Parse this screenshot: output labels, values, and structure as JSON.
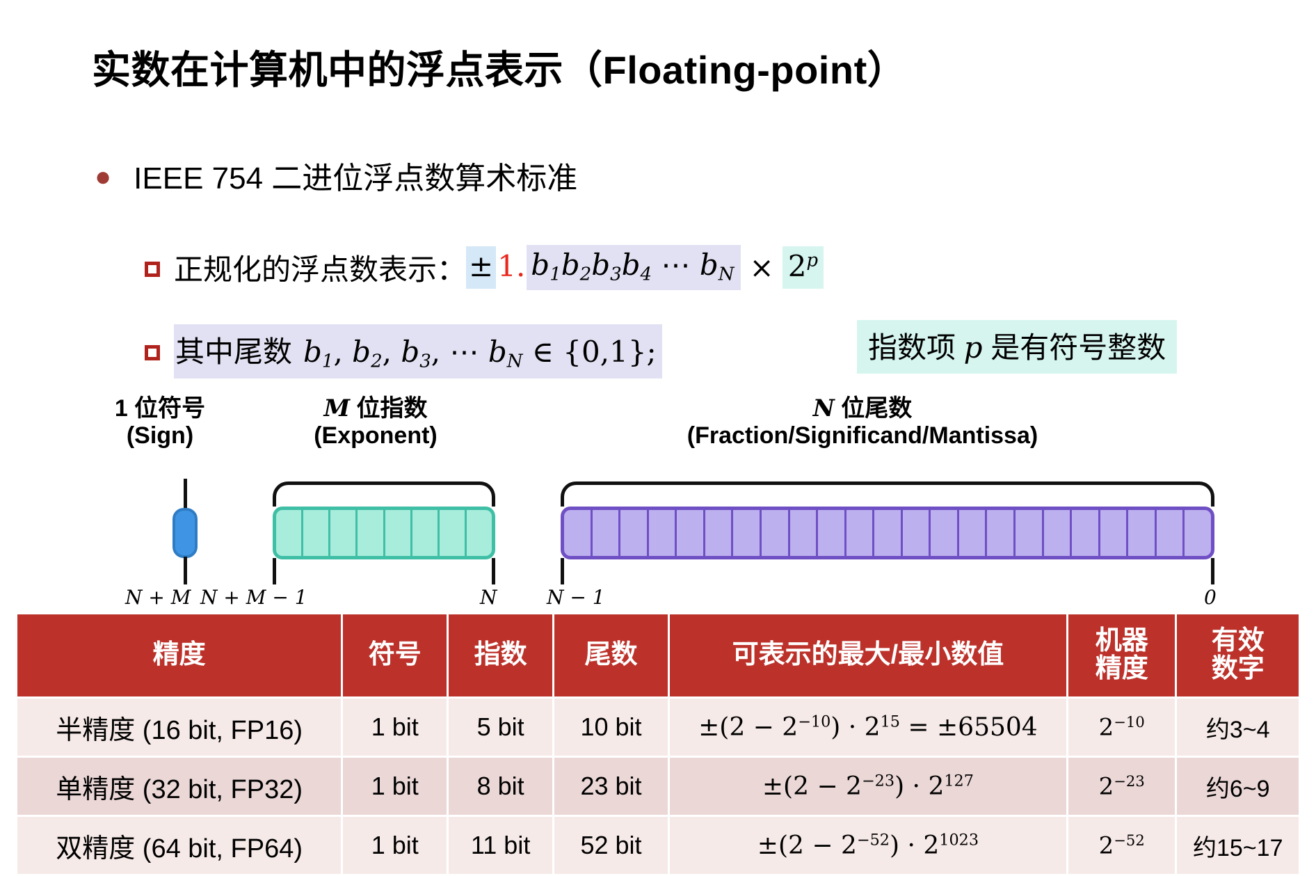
{
  "slide": {
    "title": "实数在计算机中的浮点表示（Floating-point）",
    "bullet1": "IEEE 754 二进位浮点数算术标准",
    "subbullet1_label": "正规化的浮点数表示：",
    "subbullet2_label": "其中尾数",
    "formula1": {
      "sign": "±",
      "leading": "1.",
      "mantissa_bits": "b₁b₂b₃b₄ ⋯ b_N",
      "times": "×",
      "exponent": "2^p"
    },
    "formula2": {
      "bits": "b₁, b₂, b₃, ⋯ b_N",
      "member": "∈ {0,1};"
    },
    "exponent_note": "指数项 p 是有符号整数"
  },
  "diagram": {
    "sign_caption_line1": "1 位符号",
    "sign_caption_line2": "(Sign)",
    "exponent_caption_line1": "M 位指数",
    "exponent_caption_line2": "(Exponent)",
    "mantissa_caption_line1": "N 位尾数",
    "mantissa_caption_line2": "(Fraction/Significand/Mantissa)",
    "index_sign": "N + M",
    "index_exp_high": "N + M − 1",
    "index_exp_low": "N",
    "index_man_high": "N − 1",
    "index_man_low": "0",
    "sign_cells": 1,
    "exponent_cells": 8,
    "mantissa_cells": 23,
    "colors": {
      "sign_fill": "#3f95e3",
      "sign_border": "#2f7cc4",
      "exponent_fill": "#a8ecdc",
      "exponent_border": "#3fbfa5",
      "mantissa_fill": "#bcb0ee",
      "mantissa_border": "#6f4fc4"
    }
  },
  "table": {
    "header_color": "#bc322b",
    "headers": {
      "precision": "精度",
      "sign": "符号",
      "exponent": "指数",
      "mantissa": "尾数",
      "range": "可表示的最大/最小数值",
      "epsilon_line1": "机器",
      "epsilon_line2": "精度",
      "digits_line1": "有效",
      "digits_line2": "数字"
    },
    "rows": [
      {
        "precision": "半精度 (16 bit, FP16)",
        "sign": "1 bit",
        "exponent": "5 bit",
        "mantissa": "10 bit",
        "range": "±(2 − 2⁻¹⁰) · 2¹⁵ = ±65504",
        "epsilon": "2⁻¹⁰",
        "digits": "约3~4"
      },
      {
        "precision": "单精度 (32 bit, FP32)",
        "sign": "1 bit",
        "exponent": "8 bit",
        "mantissa": "23 bit",
        "range": "±(2 − 2⁻²³) · 2¹²⁷",
        "epsilon": "2⁻²³",
        "digits": "约6~9"
      },
      {
        "precision": "双精度 (64 bit, FP64)",
        "sign": "1 bit",
        "exponent": "11 bit",
        "mantissa": "52 bit",
        "range": "±(2 − 2⁻⁵²) · 2¹⁰²³",
        "epsilon": "2⁻⁵²",
        "digits": "约15~17"
      }
    ]
  }
}
